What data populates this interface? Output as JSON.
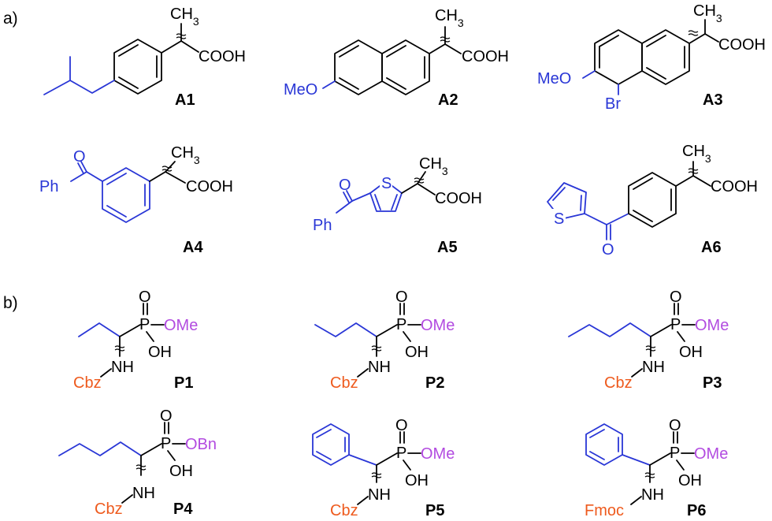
{
  "colors": {
    "scaffold": "#000000",
    "substituent": "#2936d6",
    "ester": "#b24be0",
    "protecting_group": "#ee5a1d"
  },
  "sections": {
    "a": "a)",
    "b": "b)"
  },
  "compounds": {
    "A1": {
      "label": "A1",
      "ch3": "CH3",
      "cooh": "COOH"
    },
    "A2": {
      "label": "A2",
      "ch3": "CH3",
      "cooh": "COOH",
      "meo": "MeO"
    },
    "A3": {
      "label": "A3",
      "ch3": "CH3",
      "cooh": "COOH",
      "meo": "MeO",
      "br": "Br"
    },
    "A4": {
      "label": "A4",
      "ch3": "CH3",
      "cooh": "COOH",
      "o": "O",
      "ph": "Ph"
    },
    "A5": {
      "label": "A5",
      "ch3": "CH3",
      "cooh": "COOH",
      "o": "O",
      "ph": "Ph",
      "s": "S"
    },
    "A6": {
      "label": "A6",
      "ch3": "CH3",
      "cooh": "COOH",
      "o": "O",
      "s": "S"
    },
    "P1": {
      "label": "P1",
      "o": "O",
      "p": "P",
      "oh": "OH",
      "ester": "OMe",
      "nh": "NH",
      "pg": "Cbz"
    },
    "P2": {
      "label": "P2",
      "o": "O",
      "p": "P",
      "oh": "OH",
      "ester": "OMe",
      "nh": "NH",
      "pg": "Cbz"
    },
    "P3": {
      "label": "P3",
      "o": "O",
      "p": "P",
      "oh": "OH",
      "ester": "OMe",
      "nh": "NH",
      "pg": "Cbz"
    },
    "P4": {
      "label": "P4",
      "o": "O",
      "p": "P",
      "oh": "OH",
      "ester": "OBn",
      "nh": "NH",
      "pg": "Cbz"
    },
    "P5": {
      "label": "P5",
      "o": "O",
      "p": "P",
      "oh": "OH",
      "ester": "OMe",
      "nh": "NH",
      "pg": "Cbz"
    },
    "P6": {
      "label": "P6",
      "o": "O",
      "p": "P",
      "oh": "OH",
      "ester": "OMe",
      "nh": "NH",
      "pg": "Fmoc"
    }
  }
}
